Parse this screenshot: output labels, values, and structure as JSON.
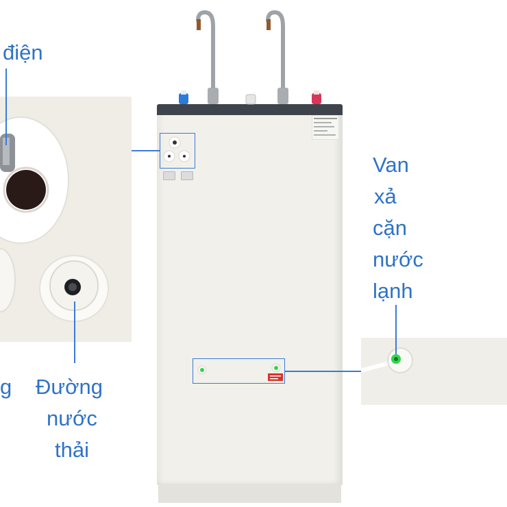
{
  "labels": {
    "power_fragment": "điện",
    "drain_fragment": "g",
    "waste_water": [
      "Đường",
      "nước",
      "thải"
    ],
    "cold_drain_valve": [
      "Van",
      "xả",
      "cặn",
      "nước",
      "lạnh"
    ]
  },
  "colors": {
    "label_text": "#2f73c6",
    "callout_line": "#3a7bd5",
    "device_body": "#f1f0ea",
    "device_top": "#3e444b",
    "hot_knob": "#d9365a",
    "cold_knob": "#2c7bd6",
    "warning_label": "#d8342c",
    "valve_green": "#2fd64a"
  },
  "icons": {
    "faucet_left": "faucet-icon",
    "faucet_right": "faucet-icon",
    "valve": "drain-valve-icon"
  }
}
